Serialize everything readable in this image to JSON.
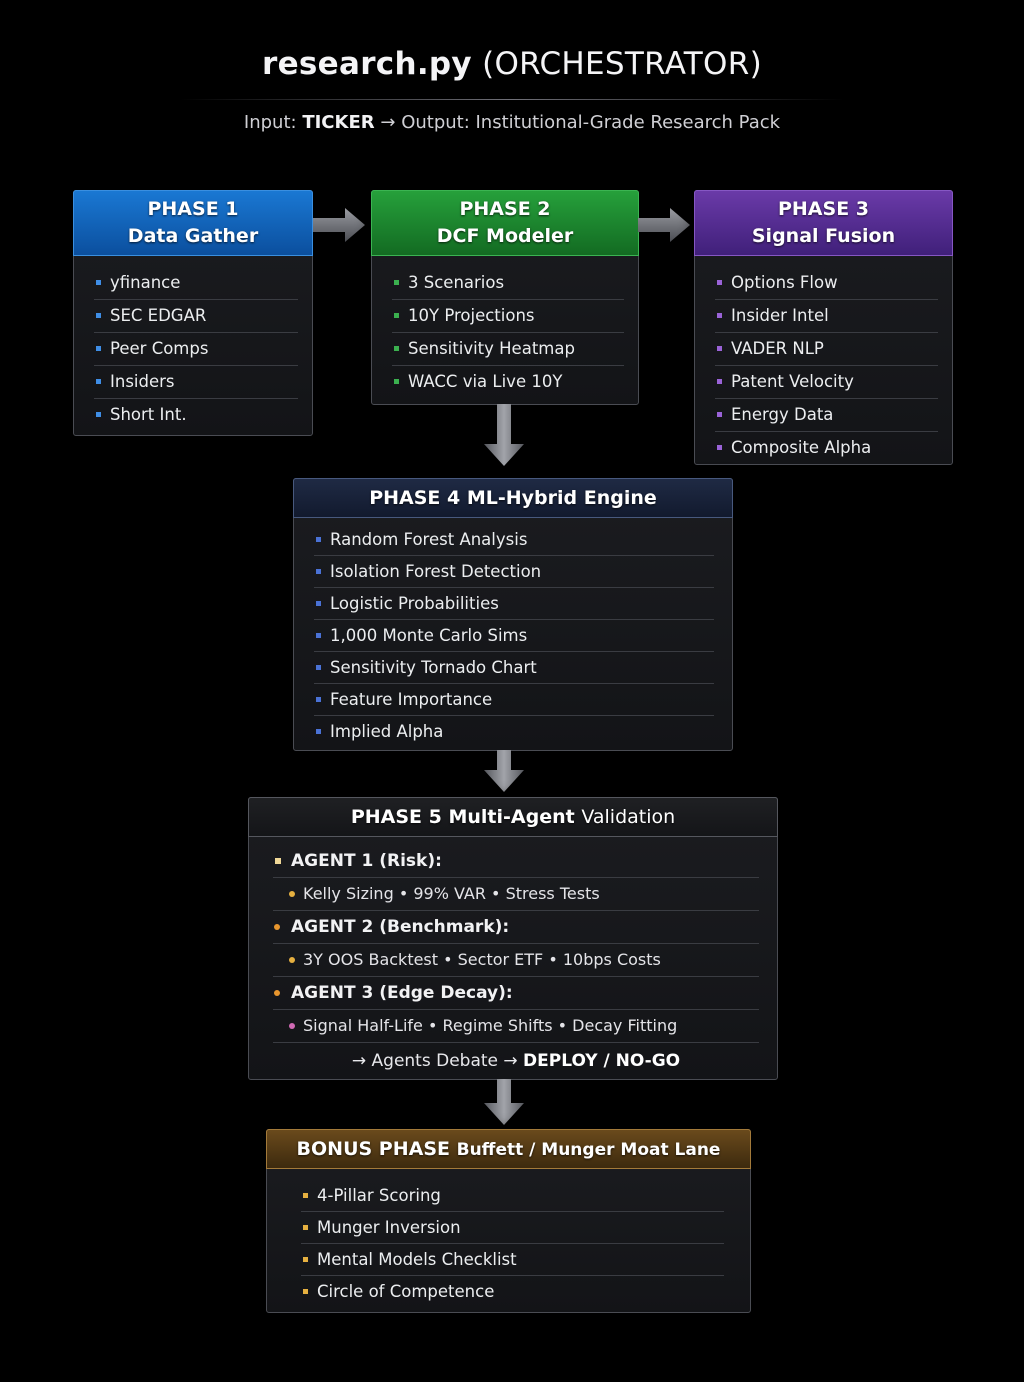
{
  "header": {
    "title_main": "research.py",
    "title_rest": "(ORCHESTRATOR)",
    "subtitle_input_label": "Input:",
    "subtitle_input_value": "TICKER",
    "subtitle_arrow": "→",
    "subtitle_output": "Output: Institutional-Grade Research Pack"
  },
  "phases": {
    "p1": {
      "label": "PHASE 1",
      "name": "Data Gather",
      "items": [
        "yfinance",
        "SEC EDGAR",
        "Peer Comps",
        "Insiders",
        "Short Int."
      ]
    },
    "p2": {
      "label": "PHASE 2",
      "name": "DCF Modeler",
      "items": [
        "3 Scenarios",
        "10Y Projections",
        "Sensitivity Heatmap",
        "WACC via Live 10Y"
      ]
    },
    "p3": {
      "label": "PHASE 3",
      "name": "Signal Fusion",
      "items": [
        "Options Flow",
        "Insider Intel",
        "VADER NLP",
        "Patent Velocity",
        "Energy Data",
        "Composite Alpha"
      ]
    },
    "p4": {
      "label": "PHASE 4",
      "name": "ML-Hybrid Engine",
      "items": [
        "Random Forest Analysis",
        "Isolation Forest Detection",
        "Logistic Probabilities",
        "1,000 Monte Carlo Sims",
        "Sensitivity Tornado Chart",
        "Feature Importance",
        "Implied Alpha"
      ]
    },
    "p5": {
      "label": "PHASE 5",
      "name_bold": "Multi-Agent",
      "name_rest": "Validation",
      "agents": [
        {
          "title": "AGENT 1 (Risk):",
          "details": "Kelly Sizing • 99% VAR • Stress Tests"
        },
        {
          "title": "AGENT 2 (Benchmark):",
          "details": "3Y OOS Backtest • Sector ETF • 10bps Costs"
        },
        {
          "title": "AGENT 3 (Edge Decay):",
          "details": "Signal Half-Life • Regime Shifts • Decay Fitting"
        }
      ],
      "debate_prefix": "→ Agents Debate →",
      "debate_result": "DEPLOY / NO-GO"
    },
    "bonus": {
      "label": "BONUS PHASE",
      "name": "Buffett / Munger Moat Lane",
      "items": [
        "4-Pillar Scoring",
        "Munger Inversion",
        "Mental Models Checklist",
        "Circle of Competence"
      ]
    }
  },
  "colors": {
    "phase1": "#1a78d3",
    "phase2": "#26a03b",
    "phase3": "#6a3aa8",
    "phase4": "#1f2a44",
    "phase5": "#1f2023",
    "bonus": "#6a4a1c"
  }
}
